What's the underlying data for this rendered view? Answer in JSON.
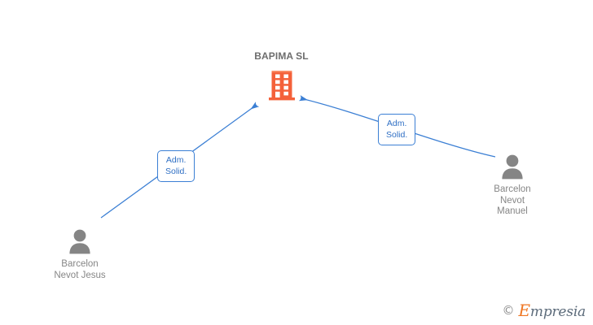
{
  "graph": {
    "company": {
      "name": "BAPIMA SL",
      "icon": "building-icon",
      "color": "#f4613a"
    },
    "persons": [
      {
        "id": "person-left",
        "icon": "person-icon",
        "name_lines": [
          "Barcelon",
          "Nevot Jesus"
        ],
        "color": "#808080"
      },
      {
        "id": "person-right",
        "icon": "person-icon",
        "name_lines": [
          "Barcelon",
          "Nevot",
          "Manuel"
        ],
        "color": "#808080"
      }
    ],
    "relations": [
      {
        "id": "rel-left",
        "from": "person-left",
        "to": "company",
        "lines": [
          "Adm.",
          "Solid."
        ],
        "color": "#3b7fd4"
      },
      {
        "id": "rel-right",
        "from": "person-right",
        "to": "company",
        "lines": [
          "Adm.",
          "Solid."
        ],
        "color": "#3b7fd4"
      }
    ],
    "edge_color": "#3b7fd4"
  },
  "watermark": {
    "copyright": "©",
    "brand_initial": "E",
    "brand_rest": "mpresia",
    "brand_color": "#ef7622"
  }
}
